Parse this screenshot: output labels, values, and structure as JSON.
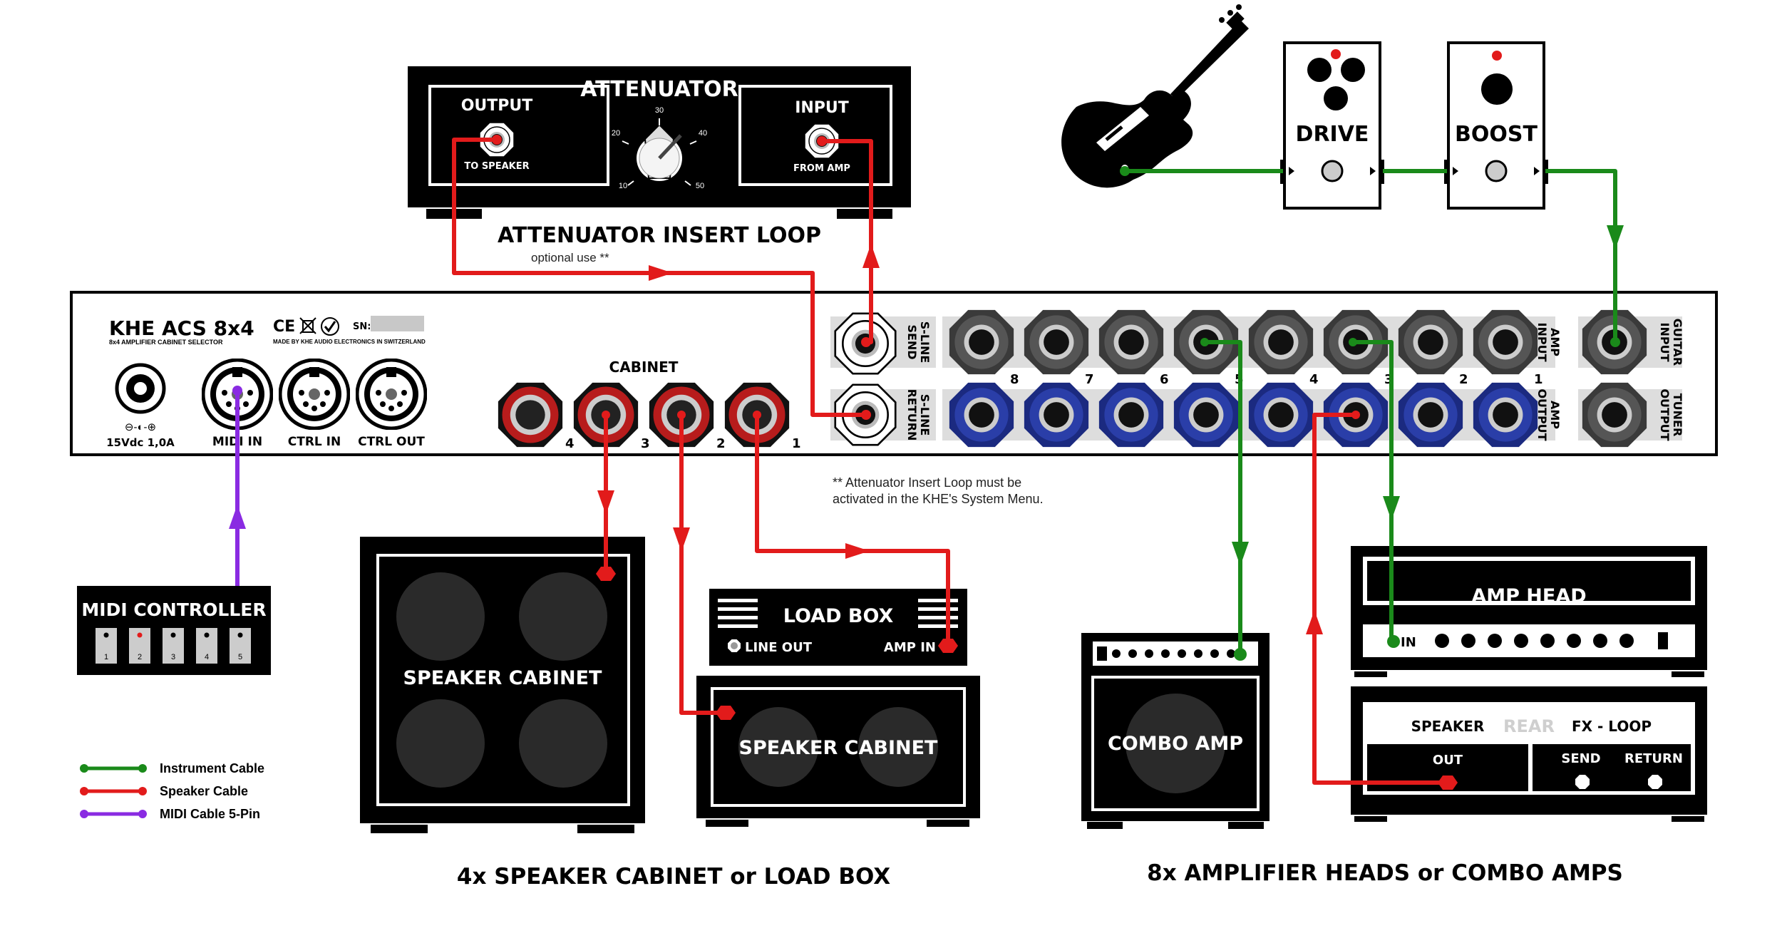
{
  "colors": {
    "instrument": "#1a8a1a",
    "speaker": "#e21b1b",
    "midi": "#8a2be2",
    "jack_blue": "#2a3ea8",
    "jack_red": "#c81e1e",
    "jack_gray": "#555555",
    "panel_bg": "#ffffff",
    "device": "#000000"
  },
  "attenuator": {
    "title": "ATTENUATOR",
    "output_label": "OUTPUT",
    "output_sub": "TO SPEAKER",
    "input_label": "INPUT",
    "input_sub": "FROM AMP",
    "dial_marks": [
      "10",
      "20",
      "30",
      "40",
      "50"
    ],
    "loop_title": "ATTENUATOR INSERT LOOP",
    "loop_note": "optional use **"
  },
  "pedals": {
    "drive": "DRIVE",
    "boost": "BOOST"
  },
  "acs": {
    "model": "KHE ACS 8x4",
    "model_sub": "8x4 AMPLIFIER CABINET SELECTOR",
    "certs": "CE",
    "made_in": "MADE BY KHE AUDIO ELECTRONICS IN SWITZERLAND",
    "sn_label": "SN:",
    "power_label": "15Vdc 1,0A",
    "power_symbol": "⊖-◐-⊕",
    "midi_in": "MIDI IN",
    "ctrl_in": "CTRL IN",
    "ctrl_out": "CTRL OUT",
    "cabinet_label": "CABINET",
    "cabinet_numbers": [
      "4",
      "3",
      "2",
      "1"
    ],
    "sline_send": [
      "S-LINE",
      "SEND"
    ],
    "sline_return": [
      "S-LINE",
      "RETURN"
    ],
    "amp_numbers": [
      "8",
      "7",
      "6",
      "5",
      "4",
      "3",
      "2",
      "1"
    ],
    "amp_input": [
      "AMP",
      "INPUT"
    ],
    "amp_output": [
      "AMP",
      "OUTPUT"
    ],
    "guitar_input": [
      "GUITAR",
      "INPUT"
    ],
    "tuner_output": [
      "TUNER",
      "OUTPUT"
    ]
  },
  "footnote": [
    "** Attenuator Insert Loop must be",
    "activated in the KHE's System Menu."
  ],
  "midi_controller": {
    "title": "MIDI CONTROLLER",
    "buttons": [
      "1",
      "2",
      "3",
      "4",
      "5"
    ]
  },
  "legend": [
    {
      "label": "Instrument Cable",
      "color": "#1a8a1a"
    },
    {
      "label": "Speaker Cable",
      "color": "#e21b1b"
    },
    {
      "label": "MIDI Cable 5-Pin",
      "color": "#8a2be2"
    }
  ],
  "speaker_cabinet_large": "SPEAKER CABINET",
  "load_box": {
    "title": "LOAD BOX",
    "line_out": "LINE OUT",
    "amp_in": "AMP IN"
  },
  "speaker_cabinet_small": "SPEAKER CABINET",
  "combo_amp": "COMBO AMP",
  "amp_head": {
    "title": "AMP HEAD",
    "in_label": "IN"
  },
  "amp_rear": {
    "speaker": "SPEAKER",
    "rear": "REAR",
    "fx_loop": "FX - LOOP",
    "out": "OUT",
    "send": "SEND",
    "return": "RETURN"
  },
  "captions": {
    "left": "4x SPEAKER CABINET or LOAD BOX",
    "right": "8x AMPLIFIER HEADS or COMBO AMPS"
  }
}
